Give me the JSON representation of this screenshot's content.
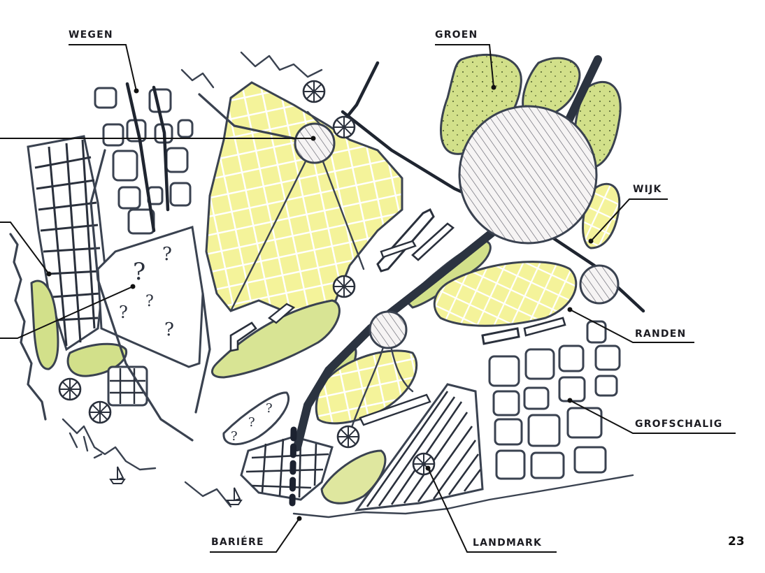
{
  "labels": {
    "wegen": "WEGEN",
    "groen": "GROEN",
    "wijk": "WIJK",
    "randen": "RANDEN",
    "grofschalig": "GROFSCHALIG",
    "landmark": "LANDMARK",
    "bariere": "BARIÉRE"
  },
  "page_number": "23",
  "symbols": {
    "unknown": "?"
  },
  "colors": {
    "ink": "#3a4250",
    "green_area": "#d2e08a",
    "neighbourhood_yellow": "#f4f39a",
    "road": "#1f2530"
  },
  "icons": [
    "landmark-wheel-icon",
    "boat-icon",
    "question-mark-icon"
  ]
}
